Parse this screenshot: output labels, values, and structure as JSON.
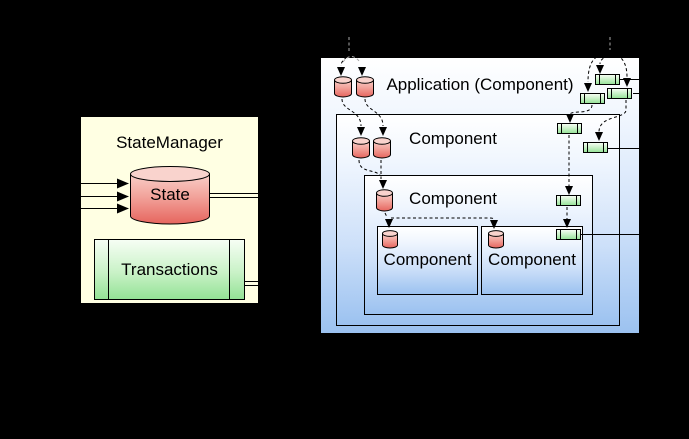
{
  "left_diagram": {
    "title": "StateManager",
    "state_label": "State",
    "transactions_label": "Transactions"
  },
  "right_diagram": {
    "application_label": "Application (Component)",
    "level2_label": "Component",
    "level3_label": "Component",
    "leaf_left_label": "Component",
    "leaf_right_label": "Component"
  },
  "colors": {
    "background": "#000000",
    "statemanager_fill": "#ffffe3",
    "component_fill_top": "#ffffff",
    "component_fill_bottom": "#9cc2f0",
    "transactions_green": "#9ae49b",
    "state_red": "#e6655e",
    "state_pink_top": "#f9cfc8",
    "border": "#000000"
  }
}
